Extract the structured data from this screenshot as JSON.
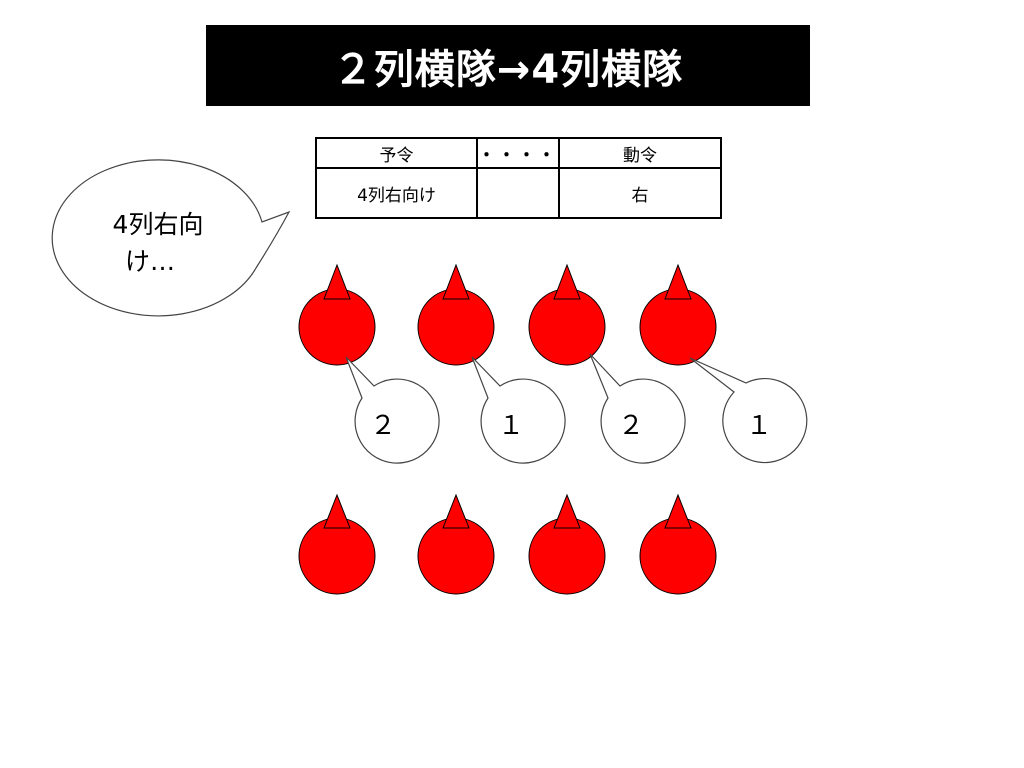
{
  "title": "２列横隊→4列横隊",
  "command_table": {
    "headers": [
      "予令",
      "・・・・",
      "動令"
    ],
    "row": [
      "4列右向け",
      "",
      "右"
    ]
  },
  "speech_bubble": {
    "line1": "4列右向",
    "line2": "け…"
  },
  "formation": {
    "person_color": "#ff0000",
    "top_row_count": 4,
    "bottom_row_count": 4
  },
  "number_callouts": [
    "２",
    "１",
    "２",
    "１"
  ]
}
